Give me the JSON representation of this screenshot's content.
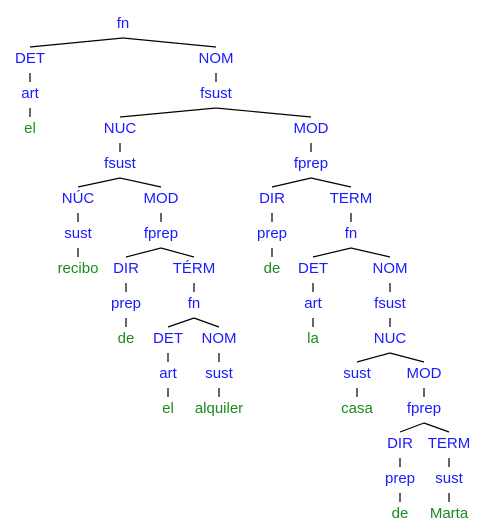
{
  "colors": {
    "category": "#1a1aff",
    "word": "#1a8c1a",
    "edge": "#000000"
  },
  "tree": {
    "label": "fn",
    "children": [
      {
        "label": "DET",
        "children": [
          {
            "label": "art",
            "children": [
              {
                "label": "el",
                "word": true
              }
            ]
          }
        ]
      },
      {
        "label": "NOM",
        "children": [
          {
            "label": "fsust",
            "children": [
              {
                "label": "NUC",
                "children": [
                  {
                    "label": "fsust",
                    "children": [
                      {
                        "label": "NÚC",
                        "children": [
                          {
                            "label": "sust",
                            "children": [
                              {
                                "label": "recibo",
                                "word": true
                              }
                            ]
                          }
                        ]
                      },
                      {
                        "label": "MOD",
                        "children": [
                          {
                            "label": "fprep",
                            "children": [
                              {
                                "label": "DIR",
                                "children": [
                                  {
                                    "label": "prep",
                                    "children": [
                                      {
                                        "label": "de",
                                        "word": true
                                      }
                                    ]
                                  }
                                ]
                              },
                              {
                                "label": "TÉRM",
                                "children": [
                                  {
                                    "label": "fn",
                                    "children": [
                                      {
                                        "label": "DET",
                                        "children": [
                                          {
                                            "label": "art",
                                            "children": [
                                              {
                                                "label": "el",
                                                "word": true
                                              }
                                            ]
                                          }
                                        ]
                                      },
                                      {
                                        "label": "NOM",
                                        "children": [
                                          {
                                            "label": "sust",
                                            "children": [
                                              {
                                                "label": "alquiler",
                                                "word": true
                                              }
                                            ]
                                          }
                                        ]
                                      }
                                    ]
                                  }
                                ]
                              }
                            ]
                          }
                        ]
                      }
                    ]
                  }
                ]
              },
              {
                "label": "MOD",
                "children": [
                  {
                    "label": "fprep",
                    "children": [
                      {
                        "label": "DIR",
                        "children": [
                          {
                            "label": "prep",
                            "children": [
                              {
                                "label": "de",
                                "word": true
                              }
                            ]
                          }
                        ]
                      },
                      {
                        "label": "TERM",
                        "children": [
                          {
                            "label": "fn",
                            "children": [
                              {
                                "label": "DET",
                                "children": [
                                  {
                                    "label": "art",
                                    "children": [
                                      {
                                        "label": "la",
                                        "word": true
                                      }
                                    ]
                                  }
                                ]
                              },
                              {
                                "label": "NOM",
                                "children": [
                                  {
                                    "label": "fsust",
                                    "children": [
                                      {
                                        "label": "NUC",
                                        "children": [
                                          {
                                            "label": "sust",
                                            "children": [
                                              {
                                                "label": "casa",
                                                "word": true
                                              }
                                            ]
                                          },
                                          {
                                            "label": "MOD",
                                            "children": [
                                              {
                                                "label": "fprep",
                                                "children": [
                                                  {
                                                    "label": "DIR",
                                                    "children": [
                                                      {
                                                        "label": "prep",
                                                        "children": [
                                                          {
                                                            "label": "de",
                                                            "word": true
                                                          }
                                                        ]
                                                      }
                                                    ]
                                                  },
                                                  {
                                                    "label": "TERM",
                                                    "children": [
                                                      {
                                                        "label": "sust",
                                                        "children": [
                                                          {
                                                            "label": "Marta",
                                                            "word": true
                                                          }
                                                        ]
                                                      }
                                                    ]
                                                  }
                                                ]
                                              }
                                            ]
                                          }
                                        ]
                                      }
                                    ]
                                  }
                                ]
                              }
                            ]
                          }
                        ]
                      }
                    ]
                  }
                ]
              }
            ]
          }
        ]
      }
    ]
  }
}
